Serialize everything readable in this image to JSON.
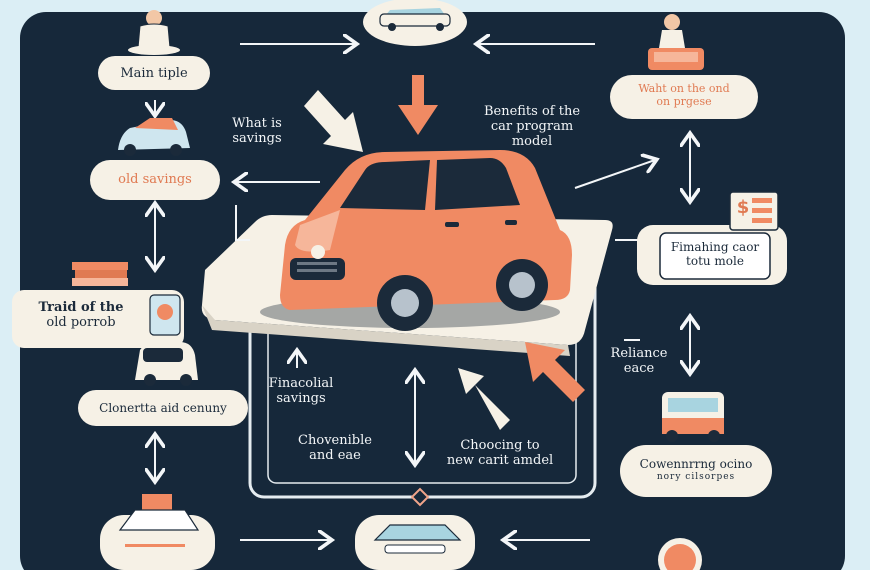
{
  "diagram": {
    "nodes": [
      {
        "id": "main",
        "text": "Main tiple"
      },
      {
        "id": "what",
        "line1": "What is",
        "line2": "savings"
      },
      {
        "id": "benefits",
        "line1": "Benefits of the",
        "line2": "car program",
        "line3": "model"
      },
      {
        "id": "wait",
        "line1": "Waht on the ond",
        "line2": "on prgese"
      },
      {
        "id": "old",
        "text": "old savings"
      },
      {
        "id": "financing",
        "line1": "Fimahing caor",
        "line2": "totu mole"
      },
      {
        "id": "trade",
        "line1": "Traid of the",
        "line2": "old porrob"
      },
      {
        "id": "financial",
        "line1": "Finacolial",
        "line2": "savings"
      },
      {
        "id": "reliance",
        "line1": "Reliance",
        "line2": "eace"
      },
      {
        "id": "convertible",
        "text": "Clonertta aid cenuny"
      },
      {
        "id": "choveniable",
        "line1": "Chovenible",
        "line2": "and eae"
      },
      {
        "id": "choosing",
        "line1": "Choocing to",
        "line2": "new carit amdel"
      },
      {
        "id": "conv_option",
        "line1": "Cowennrrng ocino",
        "line2": "nory cilsorpes"
      }
    ],
    "icons": {
      "dollar": "$"
    }
  }
}
